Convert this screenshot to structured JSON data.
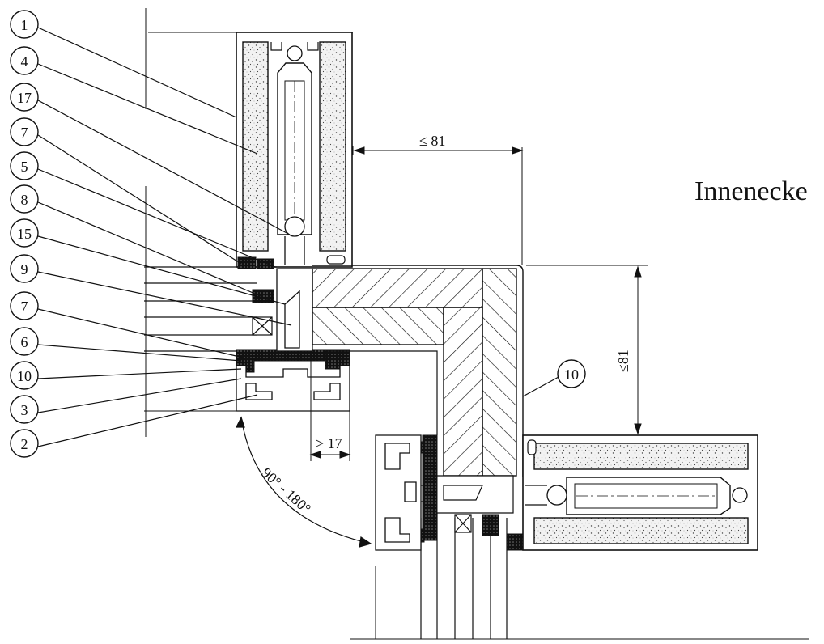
{
  "title": "Innenecke",
  "callouts": [
    "1",
    "4",
    "17",
    "7",
    "5",
    "8",
    "15",
    "9",
    "7",
    "6",
    "10",
    "3",
    "2"
  ],
  "callout_right": "10",
  "dimensions": {
    "top_width": "≤ 81",
    "right_height": "≤81",
    "offset": "> 17",
    "angle": "90° - 180°"
  }
}
